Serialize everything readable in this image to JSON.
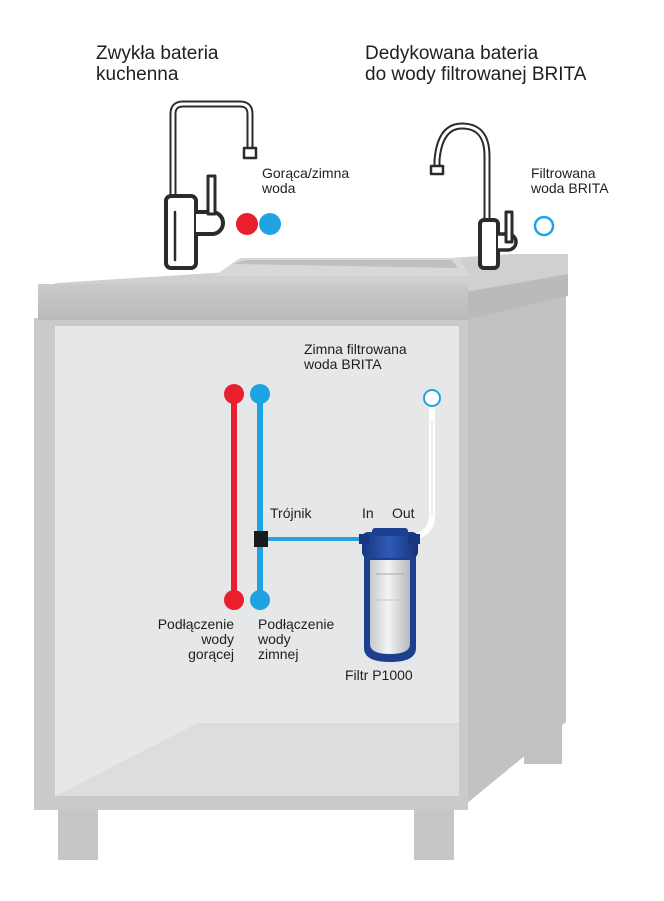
{
  "faucets": {
    "regular_title_line1": "Zwykła bateria",
    "regular_title_line2": "kuchenna",
    "dedicated_title_line1": "Dedykowana bateria",
    "dedicated_title_line2": "do wody filtrowanej BRITA",
    "hot_cold_line1": "Gorąca/zimna",
    "hot_cold_line2": "woda",
    "filtered_line1": "Filtrowana",
    "filtered_line2": "woda BRITA"
  },
  "cabinet": {
    "cold_filtered_line1": "Zimna filtrowana",
    "cold_filtered_line2": "woda BRITA",
    "tee_label": "Trójnik",
    "in_label": "In",
    "out_label": "Out",
    "hot_conn_line1": "Podłączenie",
    "hot_conn_line2": "wody",
    "hot_conn_line3": "gorącej",
    "cold_conn_line1": "Podłączenie",
    "cold_conn_line2": "wody",
    "cold_conn_line3": "zimnej",
    "filter_label": "Filtr P1000"
  },
  "colors": {
    "hot": "#e8202e",
    "cold": "#1fa3e2",
    "filtered": "#1fa3e2",
    "filter_blue": "#1c3f8f"
  },
  "icons": [
    "hot-water-dot",
    "cold-water-dot",
    "filtered-water-ring",
    "tee-connector",
    "filter-cartridge",
    "kitchen-faucet",
    "brita-faucet"
  ]
}
